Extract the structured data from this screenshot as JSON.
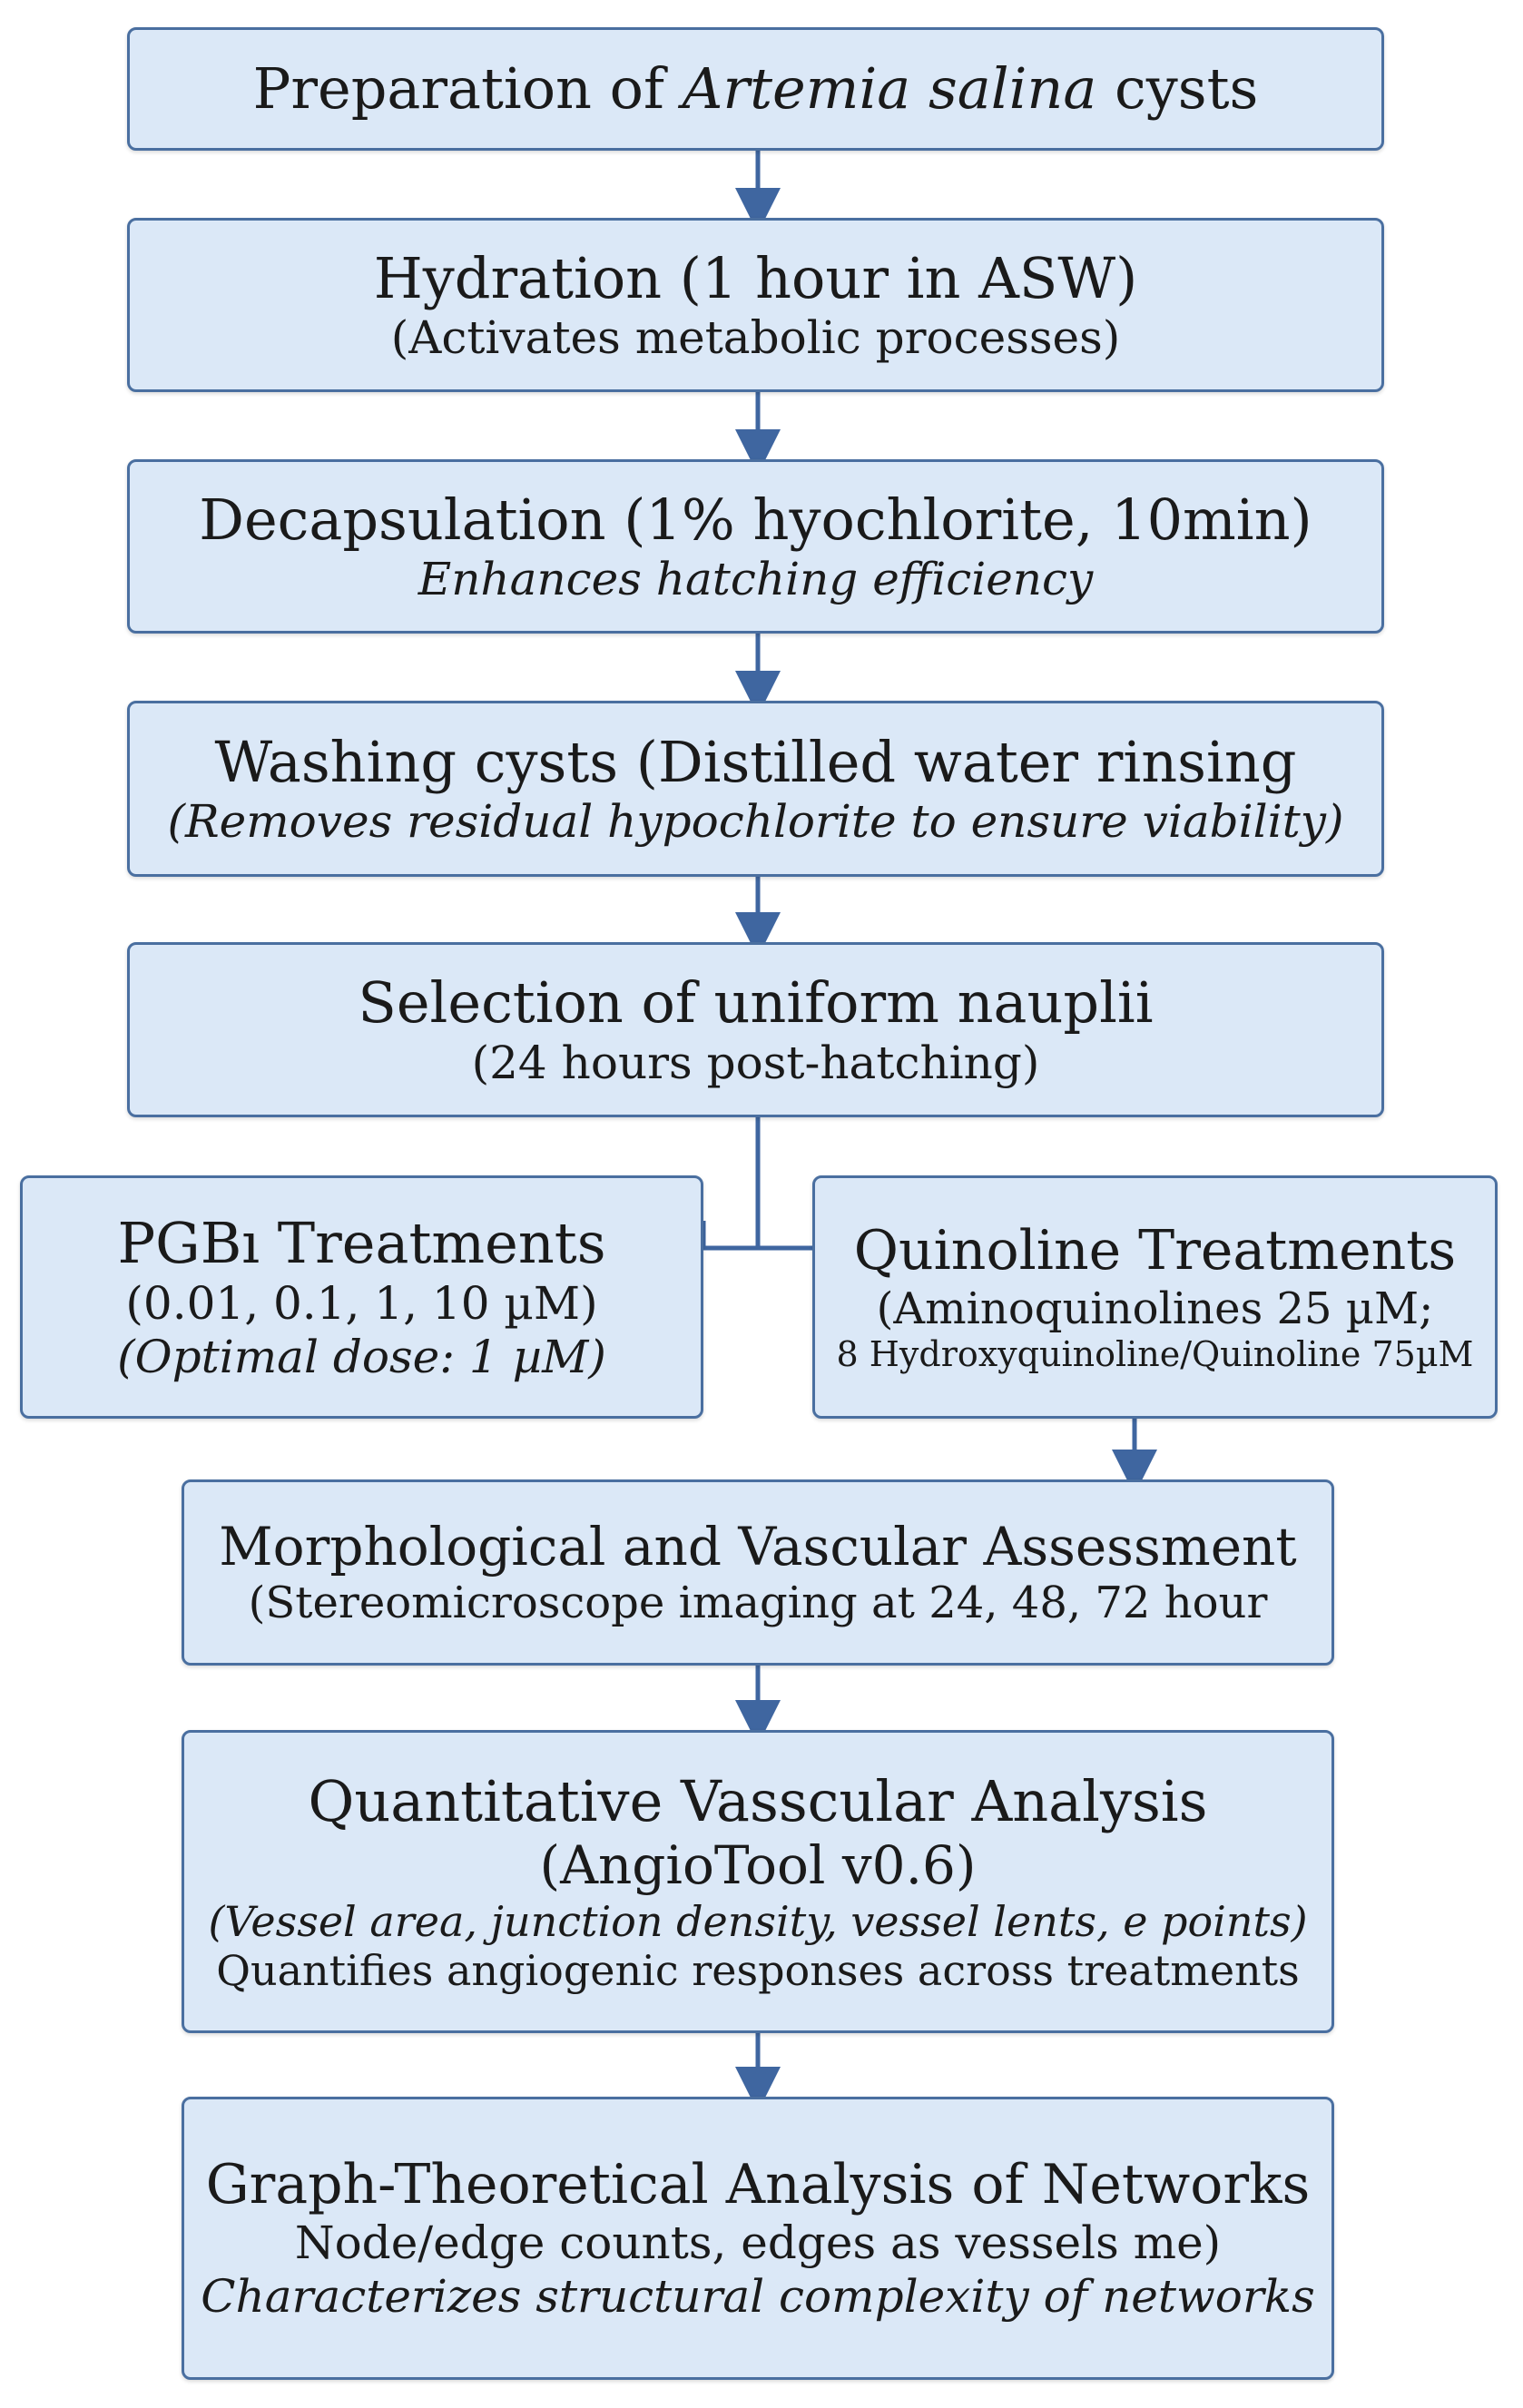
{
  "steps": {
    "prep": {
      "title_pre": "Preparation of ",
      "title_em": "Artemia salina",
      "title_post": " cysts"
    },
    "hydration": {
      "title": "Hydration (1 hour in ASW)",
      "sub": "(Activates metabolic processes)"
    },
    "decap": {
      "title": "Decapsulation (1% hyochlorite, 10min)",
      "sub": "Enhances hatching efficiency"
    },
    "washing": {
      "title": "Washing cysts (Distilled water rinsing",
      "sub": "(Removes residual hypochlorite to ensure viability)"
    },
    "selection": {
      "title": "Selection of uniform nauplii",
      "sub": "(24 hours post-hatching)"
    },
    "pgb": {
      "title": "PGBı Treatments",
      "sub": "(0.01, 0.1, 1, 10 µM)",
      "note": "(Optimal dose: 1 µM)"
    },
    "quinoline": {
      "title": "Quinoline Treatments",
      "sub": "(Aminoquinolines 25 µM;",
      "note": "8 Hydroxyquinoline/Quinoline 75µM"
    },
    "morph": {
      "title": "Morphological and Vascular Assessment",
      "sub": "(Stereomicroscope imaging at 24, 48, 72 hour"
    },
    "quant": {
      "title": "Quantitative Vasscular Analysis",
      "sub": "(AngioTool v0.6)",
      "note": "(Vessel area, junction density, vessel lents, e points)",
      "note2": "Quantifies angiogenic responses across treatments"
    },
    "graph": {
      "title": "Graph-Theoretical Analysis of Networks",
      "sub": "Node/edge counts, edges as vessels me)",
      "note": "Characterizes structural complexity of networks"
    }
  },
  "colors": {
    "box_fill": "#dbe8f7",
    "box_border": "#4a6fa0",
    "arrow": "#3f66a0"
  }
}
